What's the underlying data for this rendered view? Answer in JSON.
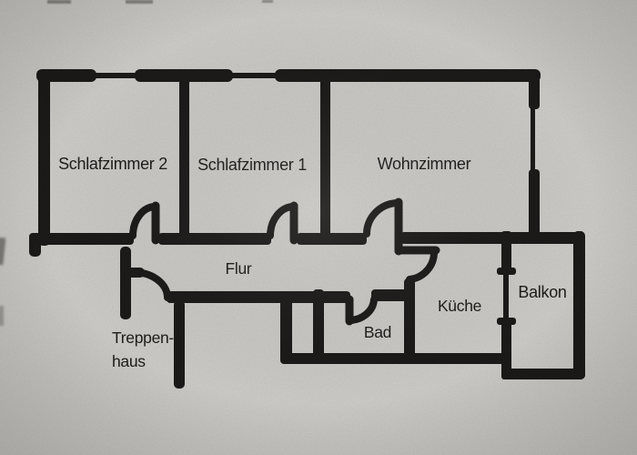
{
  "document": {
    "kind_note": "scanned apartment floor plan photo",
    "colors": {
      "paper": "#d8d6d2",
      "wall": "#1d1c1a",
      "label_text": "#1f1e1d"
    }
  },
  "rooms": {
    "schlafzimmer2": {
      "label": "Schlafzimmer 2"
    },
    "schlafzimmer1": {
      "label": "Schlafzimmer 1"
    },
    "wohnzimmer": {
      "label": "Wohnzimmer"
    },
    "flur": {
      "label": "Flur"
    },
    "treppenhaus": {
      "label_line1": "Treppen-",
      "label_line2": "haus"
    },
    "bad": {
      "label": "Bad"
    },
    "kueche": {
      "label": "Küche"
    },
    "balkon": {
      "label": "Balkon"
    }
  }
}
